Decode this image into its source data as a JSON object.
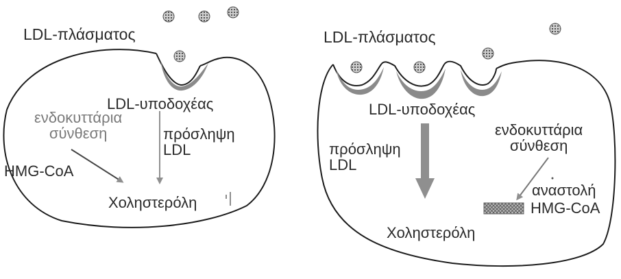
{
  "left_panel": {
    "ldl_plasma": "LDL-πλάσματος",
    "ldl_receptor": "LDL-υποδοχέας",
    "intracellular_synthesis": "ενδοκυττάρια\nσύνθεση",
    "ldl_uptake": "πρόσληψη\nLDL",
    "hmg_coa": "HMG-CoA",
    "cholesterol": "Χοληστερόλη"
  },
  "right_panel": {
    "ldl_plasma": "LDL-πλάσματος",
    "ldl_receptor": "LDL-υποδοχέας",
    "intracellular_synthesis": "ενδοκυττάρια\nσύνθεση",
    "ldl_uptake": "πρόσληψη\nLDL",
    "inhibition": "αναστολή",
    "hmg_coa": "HMG-CoA",
    "cholesterol": "Χοληστερόλη"
  },
  "colors": {
    "outline": "#1c1c1c",
    "receptor_fill": "#8a8a8a",
    "arrow_grey": "#8f8f8f",
    "particle_fill": "#9a9a9a"
  },
  "icons": [
    "ldl-particle-icon",
    "receptor-cup-icon",
    "hmg-coa-hatched-box-icon"
  ]
}
